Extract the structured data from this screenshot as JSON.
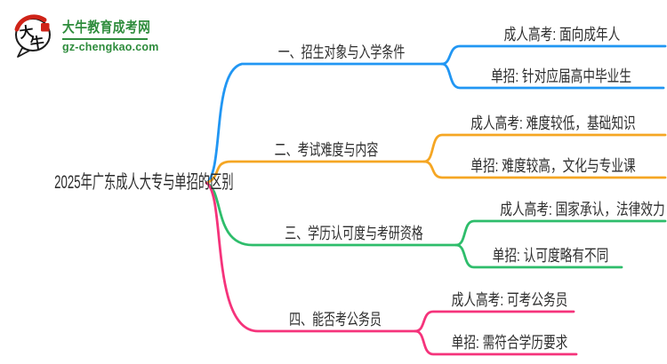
{
  "logo": {
    "icon_text_top": "大",
    "icon_text_bottom": "牛",
    "site_name": "大牛教育成考网",
    "site_domain": "gz-chengkao.com",
    "brand_green": "#2E8C3C",
    "accent_red": "#CF2318"
  },
  "mindmap": {
    "text_color": "#2D2D2D",
    "root": {
      "label": "2025年广东成人大专与单招的区别"
    },
    "branches": [
      {
        "label": "一、招生对象与入学条件",
        "color": "#2196F3",
        "children": [
          {
            "label": "成人高考: 面向成年人"
          },
          {
            "label": "单招: 针对应届高中毕业生"
          }
        ]
      },
      {
        "label": "二、考试难度与内容",
        "color": "#F5A623",
        "children": [
          {
            "label": "成人高考: 难度较低，基础知识"
          },
          {
            "label": "单招: 难度较高，文化与专业课"
          }
        ]
      },
      {
        "label": "三、学历认可度与考研资格",
        "color": "#2EBD6B",
        "children": [
          {
            "label": "成人高考: 国家承认，法律效力"
          },
          {
            "label": "单招: 认可度略有不同"
          }
        ]
      },
      {
        "label": "四、能否考公务员",
        "color": "#F5337B",
        "children": [
          {
            "label": "成人高考: 可考公务员"
          },
          {
            "label": "单招: 需符合学历要求"
          }
        ]
      }
    ]
  }
}
